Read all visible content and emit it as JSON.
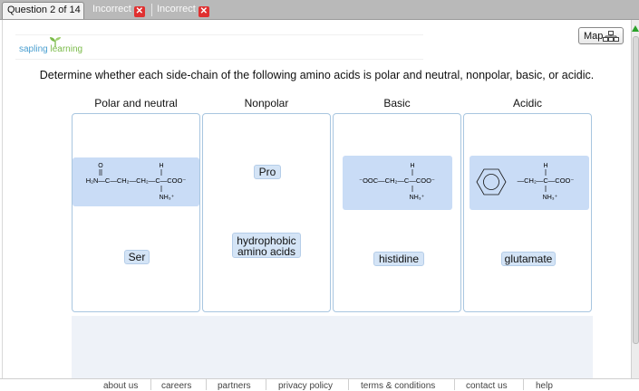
{
  "tabs": {
    "current": "Question 2 of 14",
    "attempts": [
      {
        "label": "Incorrect"
      },
      {
        "label": "Incorrect"
      }
    ]
  },
  "logo": {
    "part1": "sapling",
    "part2": "learning"
  },
  "map_button": {
    "label": "Map"
  },
  "prompt": "Determine whether each side-chain of the following amino acids is polar and neutral, nonpolar, basic, or acidic.",
  "columns": [
    {
      "label": "Polar and neutral"
    },
    {
      "label": "Nonpolar"
    },
    {
      "label": "Basic"
    },
    {
      "label": "Acidic"
    }
  ],
  "chips": {
    "ser": "Ser",
    "pro": "Pro",
    "hydro_line1": "hydrophobic",
    "hydro_line2": "amino acids",
    "histidine": "histidine",
    "glutamate": "glutamate"
  },
  "structures": {
    "polar": {
      "o": "O",
      "h": "H",
      "main": "H₂N—C—CH₂—CH₂—C—COO⁻",
      "below": "NH₃⁺"
    },
    "basic": {
      "h": "H",
      "main": "⁻OOC—CH₂—C—COO⁻",
      "below": "NH₃⁺"
    },
    "acidic": {
      "h": "H",
      "main": "—CH₂—C—COO⁻",
      "below": "NH₃⁺"
    }
  },
  "footer_links": [
    "about us",
    "careers",
    "partners",
    "privacy policy",
    "terms & conditions",
    "contact us",
    "help"
  ],
  "colors": {
    "chip": "#d4e4f6",
    "bin_border": "#a8c6e0",
    "incorrect": "#e03030"
  }
}
